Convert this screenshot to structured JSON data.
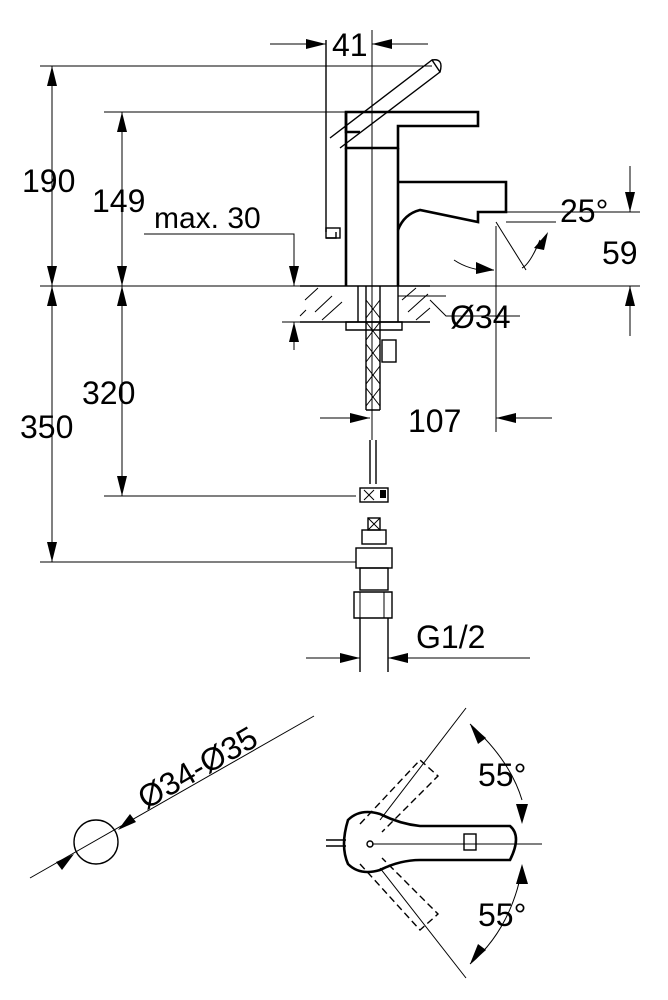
{
  "dimensions": {
    "d41": "41",
    "d190": "190",
    "d149": "149",
    "max30": "max. 30",
    "angle25": "25°",
    "d59": "59",
    "dia34": "Ø34",
    "d320": "320",
    "d350": "350",
    "d107": "107",
    "thread": "G1/2",
    "hole_range": "Ø34-Ø35",
    "angle55_top": "55°",
    "angle55_bottom": "55°"
  },
  "colors": {
    "line": "#000000",
    "background": "#ffffff"
  }
}
